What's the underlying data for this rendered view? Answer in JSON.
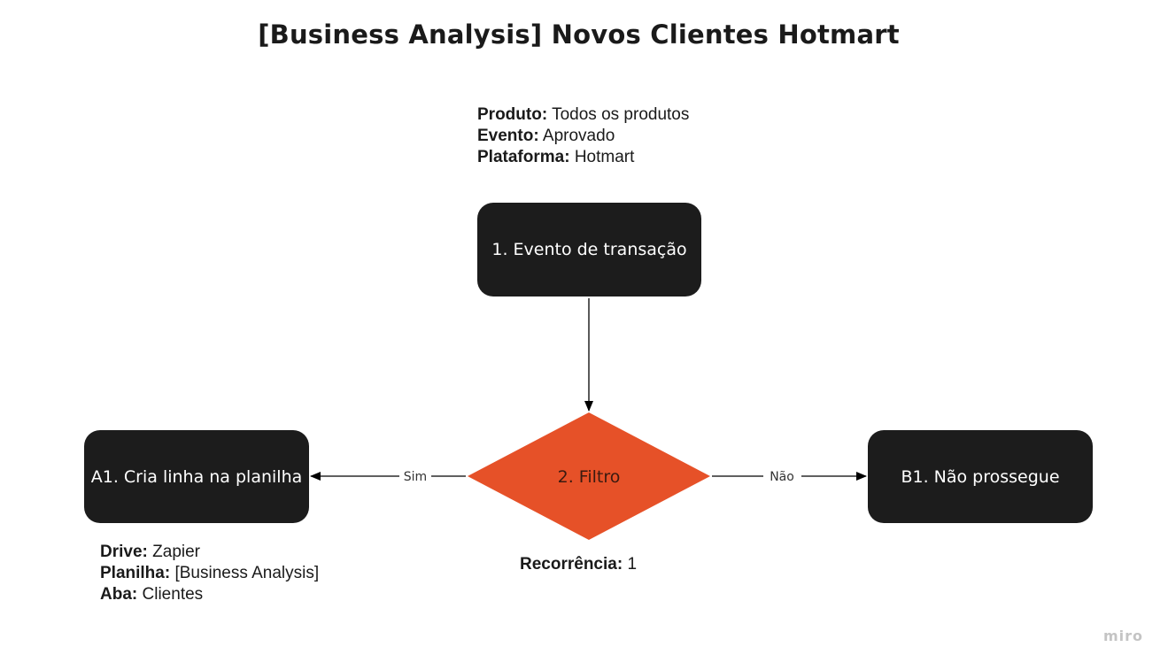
{
  "title": "[Business Analysis] Novos Clientes Hotmart",
  "trigger_info": {
    "produto_label": "Produto:",
    "produto_value": "Todos os produtos",
    "evento_label": "Evento:",
    "evento_value": "Aprovado",
    "plataforma_label": "Plataforma:",
    "plataforma_value": "Hotmart"
  },
  "nodes": {
    "evento": "1. Evento de transação",
    "filtro": "2. Filtro",
    "cria_linha": "A1. Cria linha na planilha",
    "nao_prossegue": "B1. Não prossegue"
  },
  "edges": {
    "sim": "Sim",
    "nao": "Não"
  },
  "filter_info": {
    "recorrencia_label": "Recorrência:",
    "recorrencia_value": "1"
  },
  "action_info": {
    "drive_label": "Drive:",
    "drive_value": "Zapier",
    "planilha_label": "Planilha:",
    "planilha_value": "[Business Analysis]",
    "aba_label": "Aba:",
    "aba_value": "Clientes"
  },
  "logo": "miro",
  "colors": {
    "box": "#1c1c1c",
    "diamond": "#e65128",
    "text": "#1a1a1a"
  }
}
